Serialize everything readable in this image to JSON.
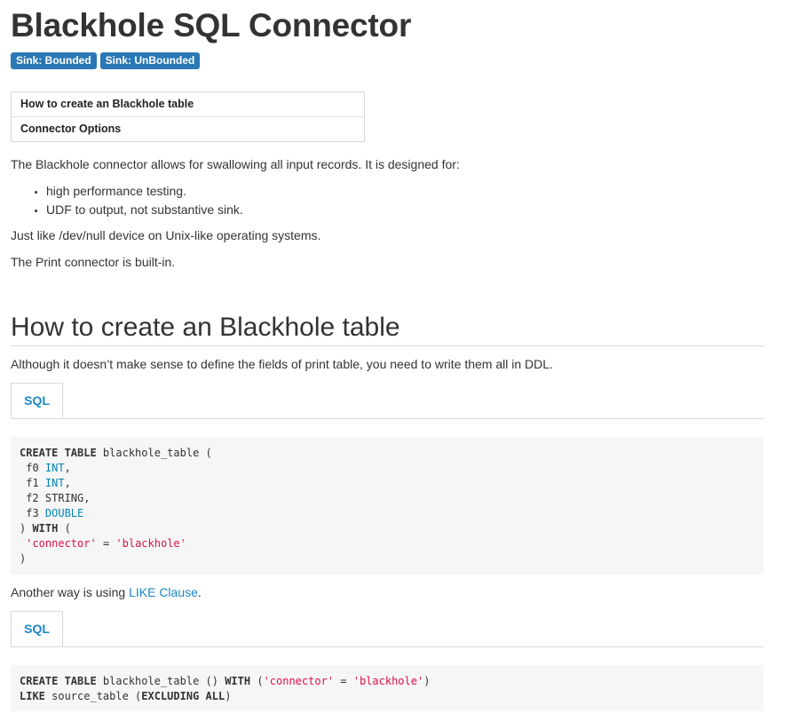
{
  "page": {
    "title": "Blackhole SQL Connector",
    "badges": [
      "Sink: Bounded",
      "Sink: UnBounded"
    ],
    "toc": [
      "How to create an Blackhole table",
      "Connector Options"
    ],
    "intro": "The Blackhole connector allows for swallowing all input records. It is designed for:",
    "bullets": [
      "high performance testing.",
      "UDF to output, not substantive sink."
    ],
    "para_unix": "Just like /dev/null device on Unix-like operating systems.",
    "para_builtin": "The Print connector is built-in.",
    "section_heading": "How to create an Blackhole table",
    "section_desc": "Although it doesn’t make sense to define the fields of print table, you need to write them all in DDL.",
    "tab1_label": "SQL",
    "code1": {
      "l1_kw": "CREATE TABLE",
      "l1_rest": " blackhole_table (",
      "l2_name": " f0 ",
      "l2_type": "INT",
      "l2_tail": ",",
      "l3_name": " f1 ",
      "l3_type": "INT",
      "l3_tail": ",",
      "l4": " f2 STRING,",
      "l5_name": " f3 ",
      "l5_type": "DOUBLE",
      "l6_pre": ") ",
      "l6_kw": "WITH",
      "l6_rest": " (",
      "l7_pre": " ",
      "l7_key": "'connector'",
      "l7_eq": " = ",
      "l7_val": "'blackhole'",
      "l8": ")"
    },
    "another_prefix": "Another way is using ",
    "another_link": "LIKE Clause",
    "another_suffix": ".",
    "tab2_label": "SQL",
    "code2": {
      "l1_kw": "CREATE TABLE",
      "l1_mid": " blackhole_table () ",
      "l1_kw2": "WITH",
      "l1_paren": " (",
      "l1_key": "'connector'",
      "l1_eq": " = ",
      "l1_val": "'blackhole'",
      "l1_end": ")",
      "l2_kw": "LIKE",
      "l2_mid": " source_table (",
      "l2_kw2": "EXCLUDING ALL",
      "l2_end": ")"
    }
  }
}
